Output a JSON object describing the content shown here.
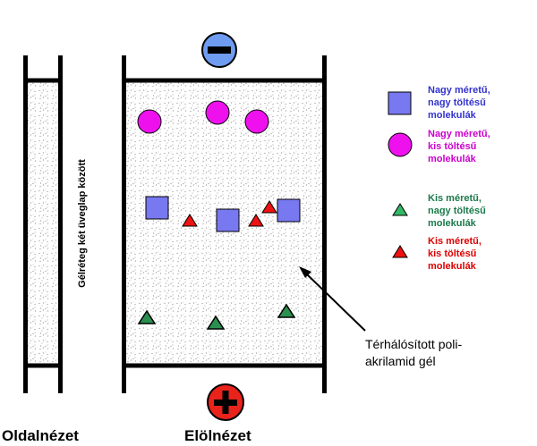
{
  "views": {
    "side_view": "Oldalnézet",
    "front_view": "Elölnézet"
  },
  "side_gel_label": "Gélréteg két üveglap között",
  "electrodes": {
    "top_symbol": "−",
    "bottom_symbol": "+",
    "negative_color": "#6e9cf0",
    "positive_color": "#e8231c"
  },
  "legend": [
    {
      "shape": "square",
      "color": "#7878f0",
      "lines": [
        "Nagy méretű,",
        "nagy töltésű",
        "molekulák"
      ],
      "text_color": "#3333cc"
    },
    {
      "shape": "circle",
      "color": "#ee11ee",
      "lines": [
        "Nagy méretű,",
        "kis töltésű",
        "molekulák"
      ],
      "text_color": "#cc00cc"
    },
    {
      "shape": "triangle",
      "color": "#33b866",
      "lines": [
        "Kis méretű,",
        "nagy töltésű",
        "molekulák"
      ],
      "text_color": "#1a7a4a"
    },
    {
      "shape": "triangle",
      "color": "#ee1111",
      "lines": [
        "Kis méretű,",
        "kis töltésű",
        "molekulák"
      ],
      "text_color": "#dd0000"
    }
  ],
  "gel_annotation": [
    "Térhálósított poli-",
    "akrilamid gél"
  ],
  "colors": {
    "circle": "#ee11ee",
    "square": "#7878f0",
    "triangle_red": "#ee1111",
    "triangle_green": "#2a8f50"
  }
}
